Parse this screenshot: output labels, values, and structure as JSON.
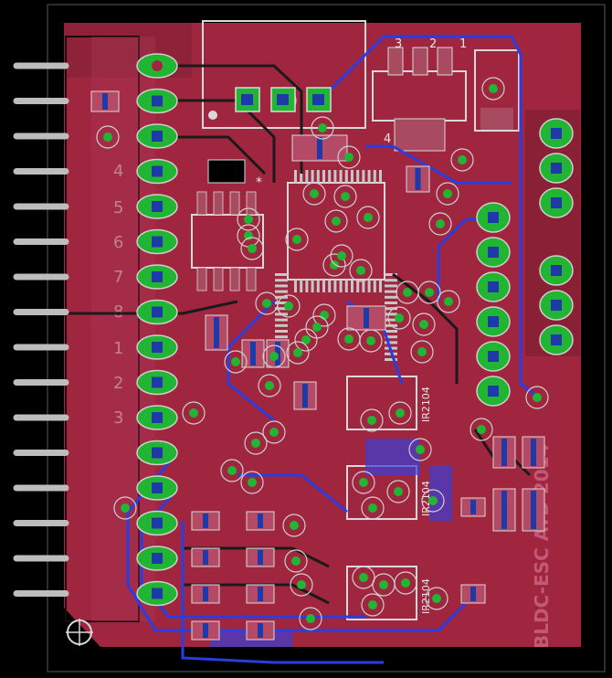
{
  "board": {
    "colors": {
      "background": "#000000",
      "copper_top": "#a0263f",
      "copper_bottom": "#3b3fd6",
      "pad": "#22b534",
      "silk": "#d9d9d9",
      "via": "#cfcfcf",
      "outline": "#3a3a3a"
    },
    "regulator_pins": [
      "3",
      "2",
      "1"
    ],
    "regulator_tab": "4",
    "mcu_marker": "*",
    "connector_numbers": [
      "4",
      "5",
      "6",
      "7",
      "8",
      "1",
      "2",
      "3"
    ],
    "ic_labels": [
      "IR2104",
      "IR2104",
      "IR2104"
    ],
    "credit_text": "BLDC-ESC ATD 2014",
    "fiducial_icon": "fiducial-icon"
  }
}
